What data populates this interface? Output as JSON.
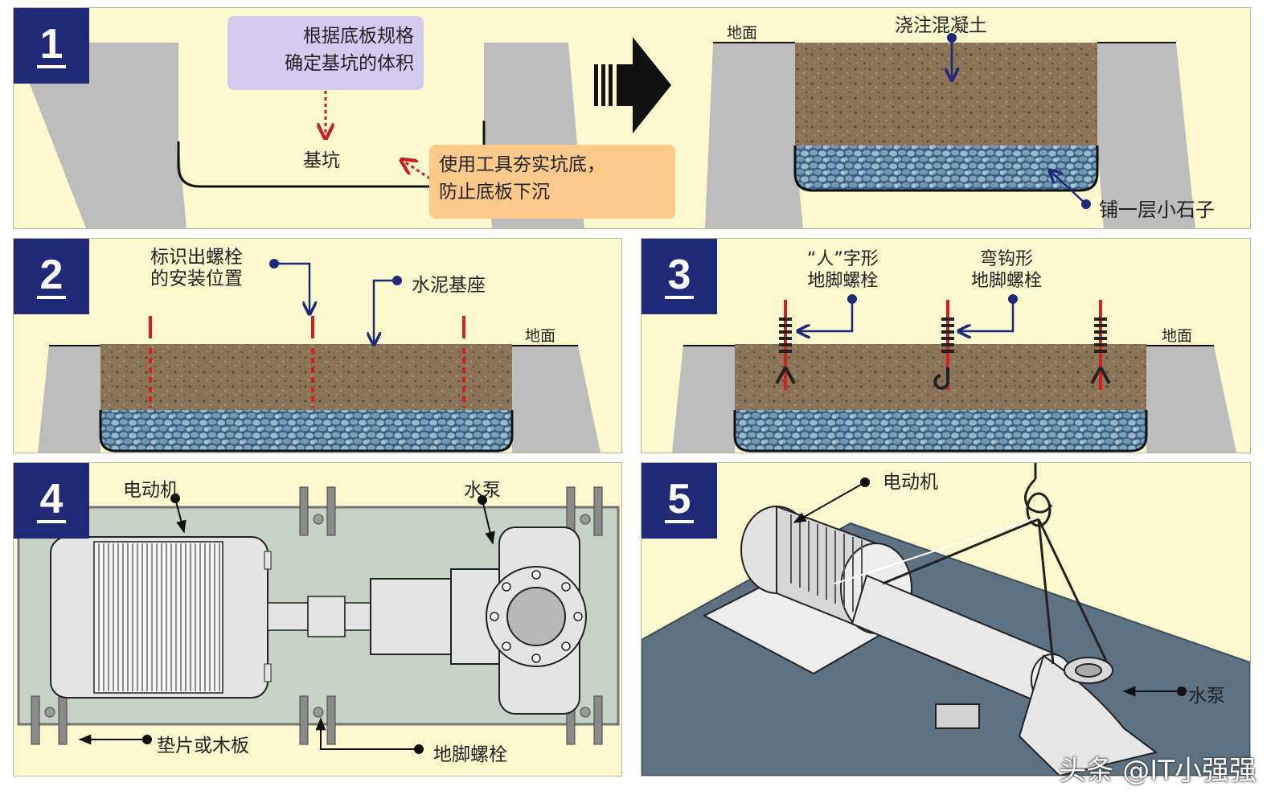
{
  "panel1": {
    "number": "1",
    "note_volume": "根据底板规格\n确定基坑的体积",
    "pit_label": "基坑",
    "note_tamp": "使用工具夯实坑底，\n防止底板下沉",
    "ground_label": "地面",
    "pour_label": "浇注混凝土",
    "stone_label": "铺一层小石子"
  },
  "panel2": {
    "number": "2",
    "bolt_mark_label": "标识出螺栓\n的安装位置",
    "base_label": "水泥基座",
    "ground_label": "地面"
  },
  "panel3": {
    "number": "3",
    "ren_bolt_label": "“人”字形\n地脚螺栓",
    "hook_bolt_label": "弯钩形\n地脚螺栓",
    "ground_label": "地面"
  },
  "panel4": {
    "number": "4",
    "motor_label": "电动机",
    "pump_label": "水泵",
    "shim_label": "垫片或木板",
    "anchor_label": "地脚螺栓"
  },
  "panel5": {
    "number": "5",
    "motor_label": "电动机",
    "pump_label": "水泵"
  },
  "watermark": "头条 @IT小强强",
  "colors": {
    "panel_bg": "#fcf9cf",
    "number_bg": "#1e2a78",
    "note_purple": "#d4caf0",
    "note_orange": "#fbc98a",
    "concrete": "#8a7356",
    "stones": "#5f87a8",
    "wall": "#bdbdbd",
    "leader": "#1e2a78",
    "bolt_red": "#d42020"
  }
}
